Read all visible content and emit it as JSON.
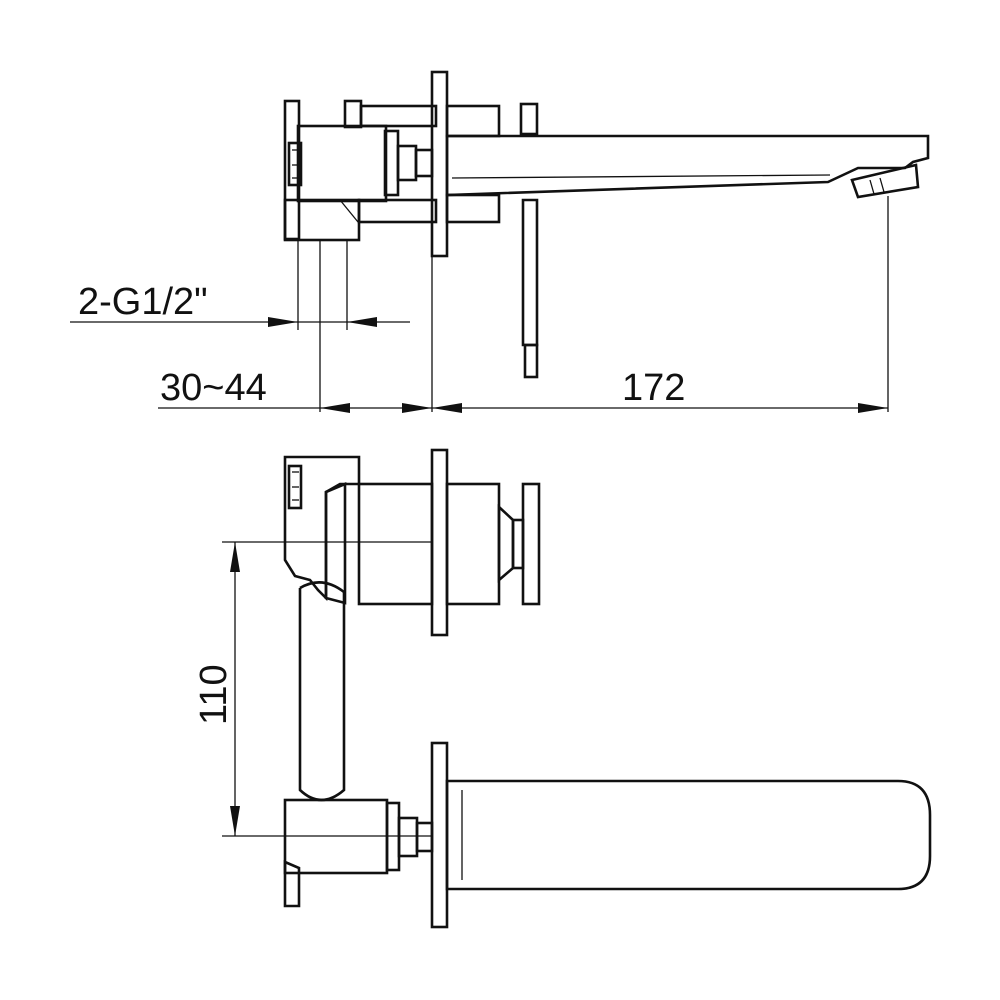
{
  "dimensions": {
    "thread": "2-G1/2\"",
    "wall_depth": "30~44",
    "spout_projection": "172",
    "center_distance": "110"
  },
  "colors": {
    "line": "#111111",
    "background": "#ffffff"
  }
}
